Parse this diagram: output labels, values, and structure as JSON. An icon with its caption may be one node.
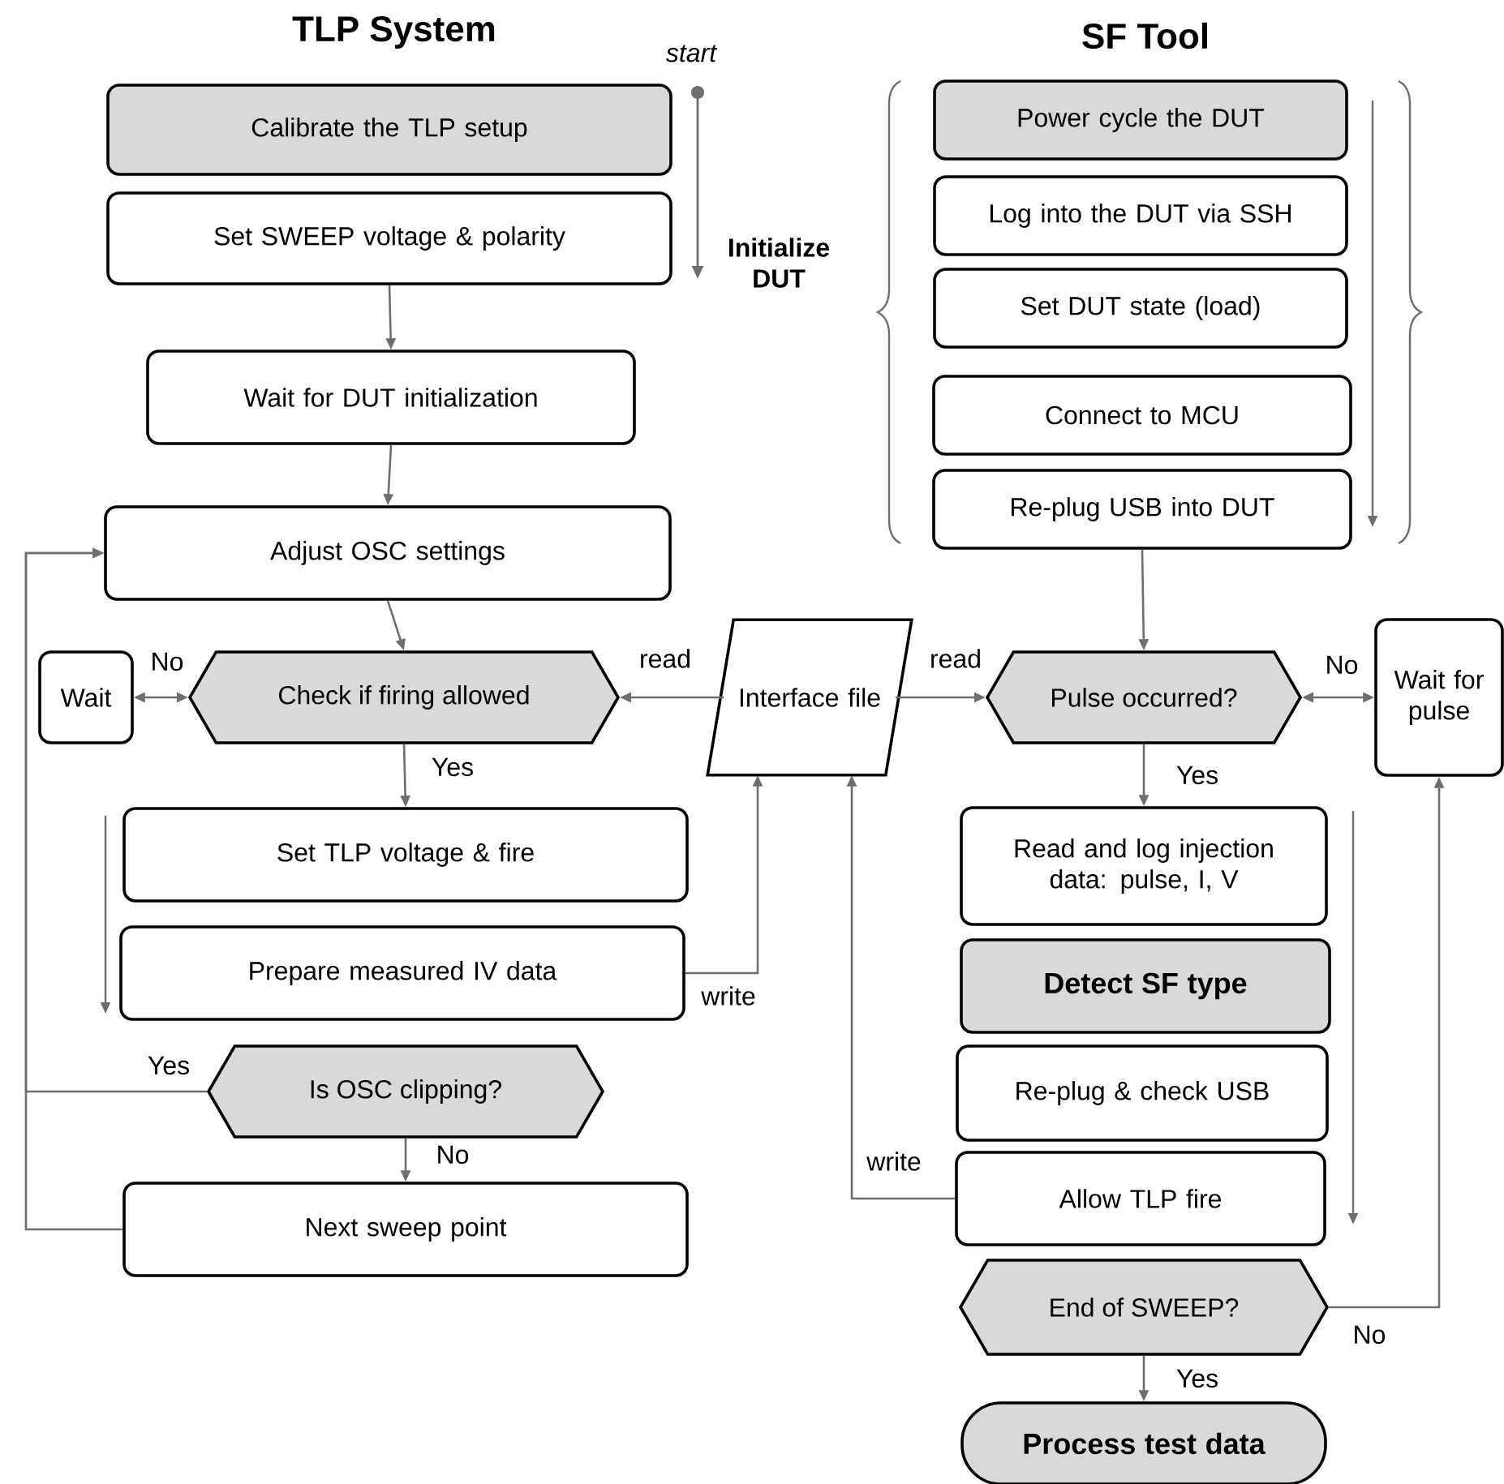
{
  "diagram": {
    "nodes": [
      {
        "text": [
          "Calibrate the TLP setup"
        ]
      },
      {
        "text": [
          "Set SWEEP voltage & polarity"
        ]
      },
      {
        "text": [
          "Wait for DUT initialization"
        ]
      },
      {
        "text": [
          "Adjust OSC settings"
        ]
      },
      {
        "text": [
          "Check if firing allowed"
        ]
      },
      {
        "text": [
          "Wait"
        ]
      },
      {
        "text": [
          "Interface file"
        ]
      },
      {
        "text": [
          "Set TLP voltage & fire"
        ]
      },
      {
        "text": [
          "Prepare measured IV data"
        ]
      },
      {
        "text": [
          "Is OSC clipping?"
        ]
      },
      {
        "text": [
          "Next sweep point"
        ]
      },
      {
        "text": [
          "Power cycle the DUT"
        ]
      },
      {
        "text": [
          "Log into the DUT via SSH"
        ]
      },
      {
        "text": [
          "Set DUT state (load)"
        ]
      },
      {
        "text": [
          "Connect to MCU"
        ]
      },
      {
        "text": [
          "Re-plug USB into DUT"
        ]
      },
      {
        "text": [
          "Pulse occurred?"
        ]
      },
      {
        "text": [
          "Wait for pulse"
        ]
      },
      {
        "text": [
          "Read and log injection data: pulse, I, V"
        ]
      },
      {
        "text": [
          "Detect SF type"
        ]
      },
      {
        "text": [
          "Re-plug & check USB"
        ]
      },
      {
        "text": [
          "Allow TLP fire"
        ]
      },
      {
        "text": [
          "End of SWEEP?"
        ]
      },
      {
        "text": [
          "Process test data"
        ]
      }
    ],
    "edges": [
      {
        "from": 1,
        "to": 2,
        "arrow": "to"
      },
      {
        "from": 2,
        "to": 3,
        "arrow": "to"
      },
      {
        "from": 3,
        "to": 4,
        "arrow": "to"
      },
      {
        "from": 4,
        "to": 5,
        "arrow": "both",
        "label": "No"
      },
      {
        "from": 6,
        "to": 4,
        "arrow": "to",
        "label": "read"
      },
      {
        "from": 4,
        "to": 7,
        "arrow": "to",
        "label": "Yes"
      },
      {
        "from": 8,
        "to": 6,
        "arrow": "to",
        "label": "write"
      },
      {
        "from": 9,
        "to": 3,
        "arrow": "to",
        "label": "Yes"
      },
      {
        "from": 9,
        "to": 10,
        "arrow": "to",
        "label": "No"
      },
      {
        "from": 10,
        "to": 3,
        "arrow": "to"
      },
      {
        "from": 6,
        "to": 16,
        "arrow": "to",
        "label": "read"
      },
      {
        "from": 15,
        "to": 16,
        "arrow": "to"
      },
      {
        "from": 16,
        "to": 17,
        "arrow": "both",
        "label": "No"
      },
      {
        "from": 16,
        "to": 18,
        "arrow": "to",
        "label": "Yes"
      },
      {
        "from": 21,
        "to": 6,
        "arrow": "to",
        "label": "write"
      },
      {
        "from": 22,
        "to": 17,
        "arrow": "to",
        "label": "No"
      },
      {
        "from": 22,
        "to": 23,
        "arrow": "to",
        "label": "Yes"
      }
    ],
    "labels": [
      "TLP System",
      "start",
      "SF Tool",
      "Initialize DUT"
    ]
  }
}
